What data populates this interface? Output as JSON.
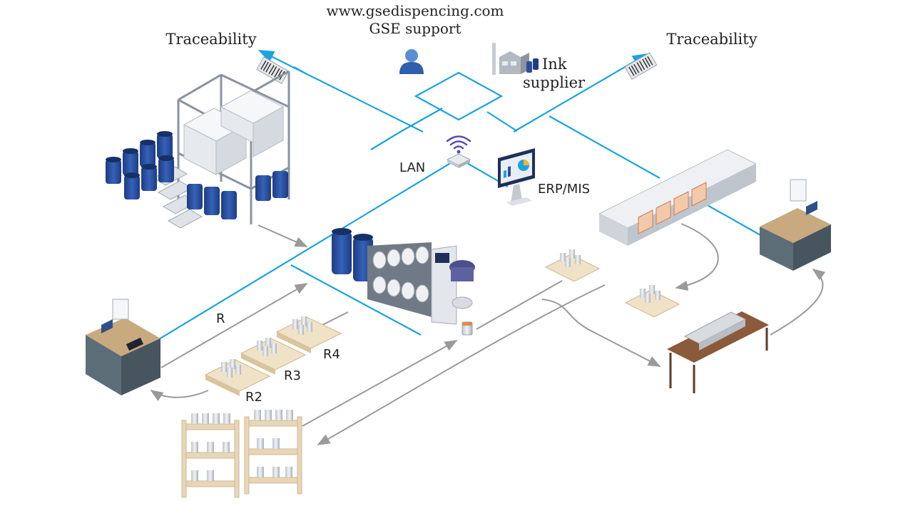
{
  "header": {
    "website": "www.gsedispencing.com",
    "support": "GSE support"
  },
  "labels": {
    "traceability_left": "Traceability",
    "traceability_right": "Traceability",
    "ink_line1": "Ink",
    "ink_line2": "supplier",
    "lan": "LAN",
    "erp": "ERP/MIS",
    "r": "R",
    "r2": "R2",
    "r3": "R3",
    "r4": "R4"
  },
  "colors": {
    "network_line": "#1aa3e0",
    "flow_arrow": "#9a9a9a",
    "drum_blue": "#2a4d9b",
    "tote_white": "#eef1f6",
    "desk_grey": "#5d6d78",
    "wood": "#e8d6b8",
    "press_grey": "#d9dde2",
    "accent_orange": "#e08a50"
  },
  "icons": {
    "person": "person-icon",
    "wifi": "wifi-router-icon",
    "barcode": "barcode-label-icon",
    "monitor": "chart-monitor-icon",
    "factory": "factory-icon"
  }
}
